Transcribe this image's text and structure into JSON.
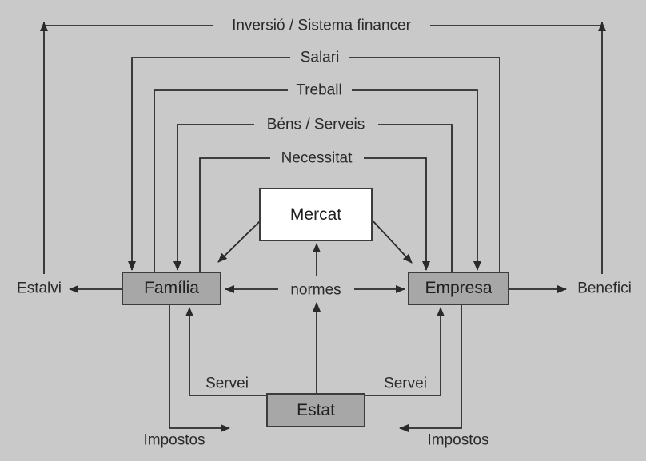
{
  "diagram": {
    "title_semantic": "circular-flow-economy-diagram",
    "colors": {
      "background": "#c9c9c9",
      "box_fill": "#a7a7a7",
      "box_border": "#3c3c3c",
      "mercat_fill": "#ffffff",
      "line": "#2a2a2a",
      "text": "#2a2a2a"
    },
    "nodes": {
      "familia": "Família",
      "empresa": "Empresa",
      "mercat": "Mercat",
      "estat": "Estat"
    },
    "flow_labels": {
      "inversio": "Inversió / Sistema financer",
      "salari": "Salari",
      "treball": "Treball",
      "bens_serveis": "Béns / Serveis",
      "necessitat": "Necessitat",
      "estalvi": "Estalvi",
      "benefici": "Benefici",
      "normes": "normes",
      "servei_left": "Servei",
      "servei_right": "Servei",
      "impostos_left": "Impostos",
      "impostos_right": "Impostos"
    }
  }
}
